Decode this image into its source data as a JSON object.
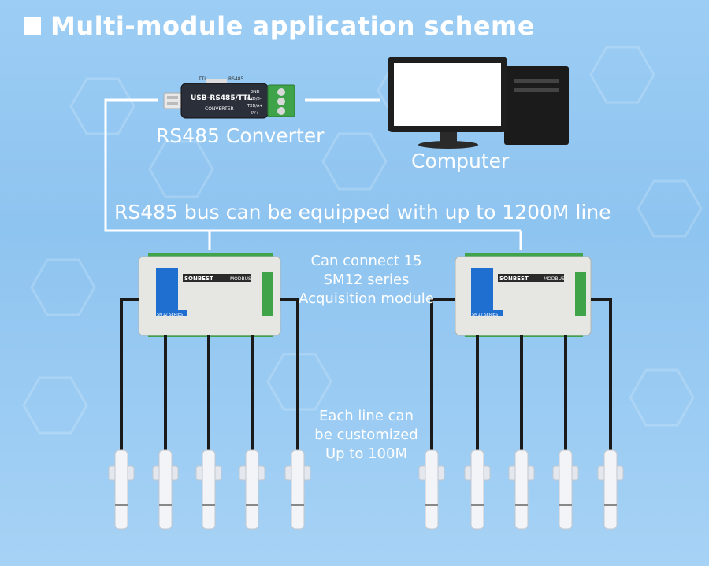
{
  "header": {
    "title": "Multi-module application scheme"
  },
  "converter": {
    "label": "RS485 Converter",
    "device_text": "USB-RS485/TTL",
    "device_subtext": "CONVERTER",
    "pins": [
      "GND",
      "RXD/B-",
      "TXD/A+",
      "5V+"
    ],
    "top_labels": [
      "TTL",
      "RS485"
    ]
  },
  "computer": {
    "label": "Computer"
  },
  "bus": {
    "label": "RS485 bus can be equipped with up to 1200M line"
  },
  "modules_note": {
    "line1": "Can connect 15",
    "line2": "SM12 series",
    "line3": "Acquisition module"
  },
  "module": {
    "brand": "SONBEST",
    "protocol": "MODBUS",
    "series": "SM12 SERIES"
  },
  "sensors_note": {
    "line1": "Each line can",
    "line2": "be customized",
    "line3": "Up to 100M"
  },
  "colors": {
    "wire": "#ffffff",
    "cable": "#1a1a1a",
    "module_body": "#e6e6e2",
    "terminal": "#3ea349",
    "panel": "#1f6fd0"
  }
}
